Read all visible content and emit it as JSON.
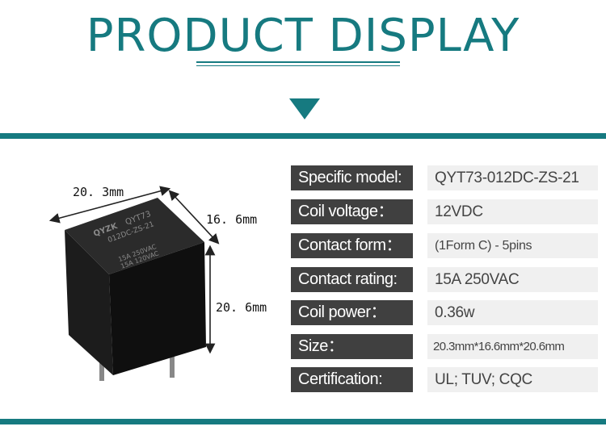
{
  "header": {
    "title": "PRODUCT DISPLAY"
  },
  "colors": {
    "accent": "#167a80",
    "label_bg": "#404040",
    "value_bg": "#f0f0f0"
  },
  "product": {
    "brand": "QYZK",
    "model": "QYT73",
    "part": "012DC-ZS-21",
    "rating_1": "15A 250VAC",
    "rating_2": "15A 120VAC",
    "dim_width": "20. 3mm",
    "dim_depth": "16. 6mm",
    "dim_height": "20. 6mm"
  },
  "specs": [
    {
      "label": "Specific model:",
      "value": "QYT73-012DC-ZS-21"
    },
    {
      "label": "Coil voltage：",
      "value": "12VDC"
    },
    {
      "label": "Contact form：",
      "value": "(1Form C) - 5pins"
    },
    {
      "label": "Contact rating:",
      "value": "15A  250VAC"
    },
    {
      "label": "Coil power：",
      "value": "0.36w"
    },
    {
      "label": "Size：",
      "value": "20.3mm*16.6mm*20.6mm"
    },
    {
      "label": "Certification:",
      "value": "UL; TUV; CQC"
    }
  ]
}
